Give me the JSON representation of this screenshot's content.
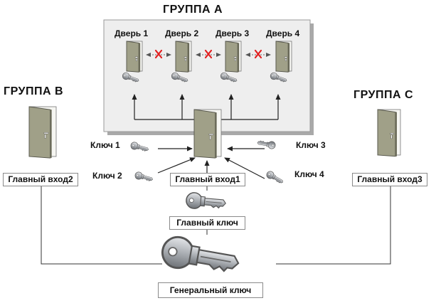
{
  "groups": {
    "a": {
      "title": "ГРУППА А"
    },
    "b": {
      "title": "ГРУППА B"
    },
    "c": {
      "title": "ГРУППА C"
    }
  },
  "doors": [
    "Дверь 1",
    "Дверь 2",
    "Дверь 3",
    "Дверь 4"
  ],
  "keys": [
    "Ключ 1",
    "Ключ 2",
    "Ключ 3",
    "Ключ 4"
  ],
  "entrances": {
    "main1": "Главный вход1",
    "main2": "Главный вход2",
    "main3": "Главный вход3"
  },
  "master_key": "Главный ключ",
  "grand_master_key": "Генеральный ключ",
  "colors": {
    "door_fill": "#a0a088",
    "door_edge": "#55554a",
    "panel_fill": "#eeeeee",
    "cross": "#e02020",
    "key_metal": "#a9adb2"
  },
  "icons": [
    "door-icon",
    "key-icon",
    "cross-icon",
    "arrow-icon"
  ]
}
